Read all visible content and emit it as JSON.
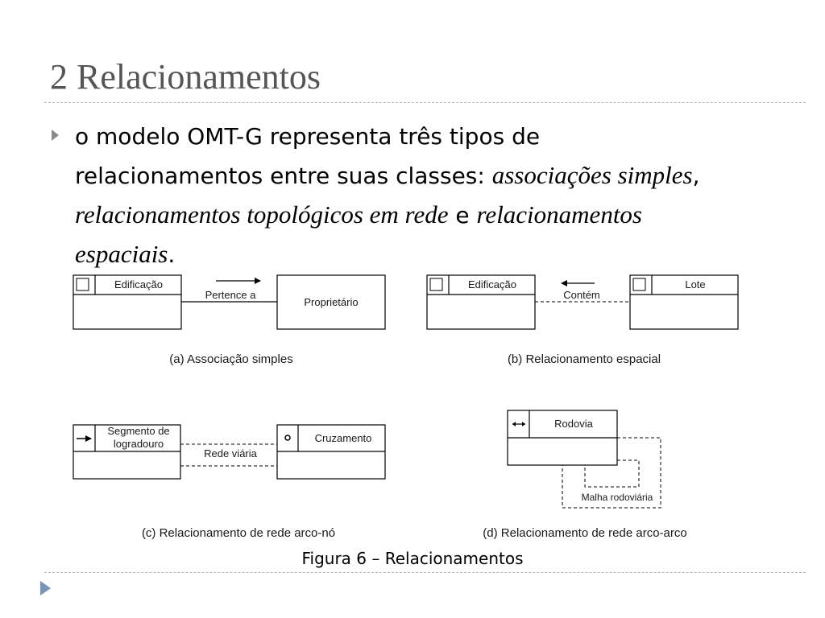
{
  "slide": {
    "title": "2 Relacionamentos",
    "bullet": {
      "plain1": "o modelo OMT-G representa três tipos de relacionamentos entre suas classes: ",
      "italic1": "associações simples",
      "sep1": ", ",
      "italic2": "relacionamentos topológicos em rede",
      "plain2": " e ",
      "italic3": "relacionamentos espaciais",
      "end": "."
    },
    "figure_caption": "Figura 6 – Relacionamentos"
  },
  "diagram": {
    "a": {
      "class1": "Edificação",
      "class2": "Proprietário",
      "relation": "Pertence a",
      "caption": "(a) Associação simples"
    },
    "b": {
      "class1": "Edificação",
      "class2": "Lote",
      "relation": "Contém",
      "caption": "(b) Relacionamento espacial"
    },
    "c": {
      "class1_line1": "Segmento de",
      "class1_line2": "logradouro",
      "class2": "Cruzamento",
      "relation": "Rede viária",
      "caption": "(c) Relacionamento de rede arco-nó"
    },
    "d": {
      "class1": "Rodovia",
      "relation": "Malha rodoviária",
      "caption": "(d) Relacionamento de rede arco-arco"
    }
  },
  "colors": {
    "title": "#555555",
    "bullet": "#8a8a8a",
    "rule": "#b5b5b5",
    "corner": "#7a93b8"
  }
}
